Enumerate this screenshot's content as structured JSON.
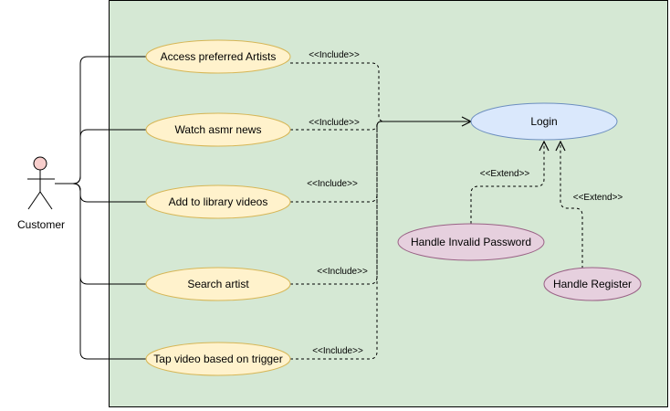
{
  "diagram": {
    "actor": {
      "label": "Customer"
    },
    "use_cases": [
      {
        "id": "access_artists",
        "label": "Access preferred Artists"
      },
      {
        "id": "watch_news",
        "label": "Watch asmr news"
      },
      {
        "id": "add_library",
        "label": "Add to library videos"
      },
      {
        "id": "search_artist",
        "label": "Search artist"
      },
      {
        "id": "tap_video",
        "label": "Tap video based on trigger"
      }
    ],
    "login": {
      "label": "Login"
    },
    "extensions": [
      {
        "id": "invalid_password",
        "label": "Handle Invalid Password"
      },
      {
        "id": "register",
        "label": "Handle Register"
      }
    ],
    "include_labels": [
      "<<Include>>",
      "<<Include>>",
      "<<Include>>",
      "<<Include>>",
      "<<Include>>"
    ],
    "extend_labels": [
      "<<Extend>>",
      "<<Extend>>"
    ],
    "colors": {
      "system_boundary_fill": "#d5e8d4",
      "use_case_fill": "#fff2cc",
      "use_case_stroke": "#d6b656",
      "login_fill": "#dae8fc",
      "login_stroke": "#6c8ebf",
      "extension_fill": "#e6d0de",
      "extension_stroke": "#996185",
      "actor_head_fill": "#f8cecc"
    }
  }
}
